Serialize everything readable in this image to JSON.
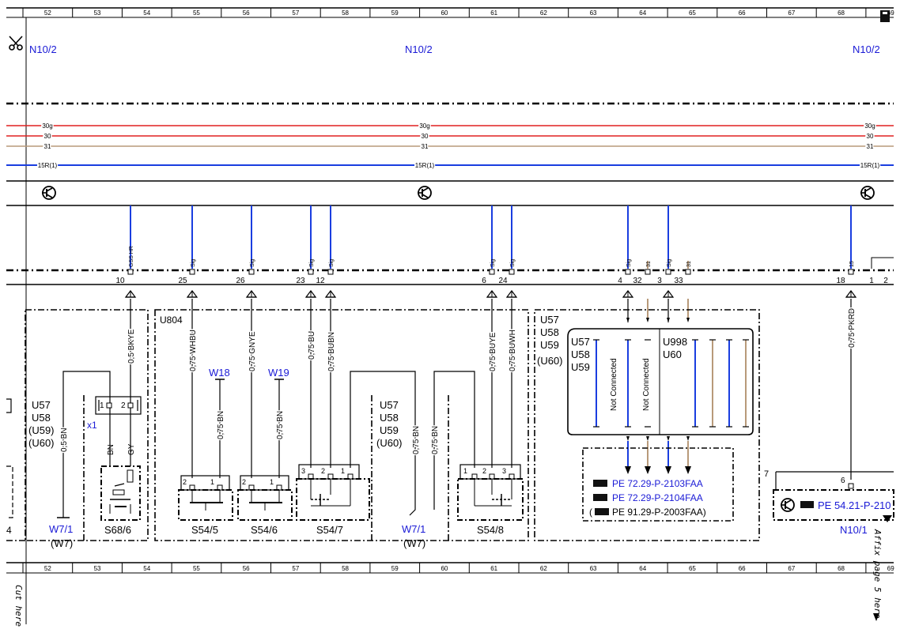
{
  "ruler": {
    "top": [
      "52",
      "53",
      "54",
      "55",
      "56",
      "57",
      "58",
      "59",
      "60",
      "61",
      "62",
      "63",
      "64",
      "65",
      "66",
      "67",
      "68",
      "69"
    ],
    "bottom": [
      "52",
      "53",
      "54",
      "55",
      "56",
      "57",
      "58",
      "59",
      "60",
      "61",
      "62",
      "63",
      "64",
      "65",
      "66",
      "67",
      "68",
      "69"
    ]
  },
  "module_top": [
    "N10/2",
    "N10/2",
    "N10/2"
  ],
  "rails": {
    "r30g": "30g",
    "r30": "30",
    "r31": "31",
    "r15": "15R(1)"
  },
  "bus": {
    "pins": [
      "10",
      "25",
      "26",
      "23",
      "12",
      "6",
      "24",
      "4",
      "32",
      "3",
      "33",
      "18",
      "1",
      "2"
    ],
    "sig_labels": [
      "GSS HR",
      "Sig",
      "Sig",
      "Sig",
      "Sig",
      "Sig",
      "Sig",
      "Sig",
      "31",
      "Sig",
      "31",
      "15"
    ]
  },
  "wires": {
    "w10": "0,5 BKYE",
    "w25": "0,75 WHBU",
    "w26": "0,75 GNYE",
    "w23": "0,75 BU",
    "w12": "0,75 BUBN",
    "w6": "0,75 BUYE",
    "w24": "0,75 BUWH",
    "w18": "0,75 PKRD",
    "bn1": "0,5 BN",
    "bn2": "0,75 BN",
    "bn3": "0,75 BN",
    "bn4": "0,75 BN",
    "bn5": "0,75 BN",
    "bn_cap": "BN",
    "gy_cap": "GY"
  },
  "labels": {
    "u804": "U804",
    "w18": "W18",
    "w19": "W19",
    "x1": "x1",
    "pin1": "1",
    "pin2": "2",
    "pin3": "3",
    "u57": "U57",
    "u58": "U58",
    "u59": "U59",
    "u59p": "(U59)",
    "u60p": "(U60)",
    "u998": "U998",
    "u60": "U60",
    "not_connected": "Not Connected",
    "seven": "7",
    "six": "6",
    "four": "4"
  },
  "components": {
    "s68_6": "S68/6",
    "s54_5": "S54/5",
    "s54_6": "S54/6",
    "s54_7": "S54/7",
    "s54_8": "S54/8",
    "w7_1": "W7/1",
    "w7p": "(W7)",
    "n10_1": "N10/1"
  },
  "refs": {
    "r1": "PE 72.29-P-2103FAA",
    "r2": "PE 72.29-P-2104FAA",
    "r3": "PE 91.29-P-2003FAA)",
    "r3_open": "(",
    "r4": "PE 54.21-P-210"
  },
  "margin": {
    "cut": "Cut here",
    "affix": "Affix page 5 here"
  },
  "colors": {
    "red": "#e02020",
    "blue": "#1a3ee0",
    "tan": "#b89a7a",
    "label_blue": "#1a1ad6"
  }
}
